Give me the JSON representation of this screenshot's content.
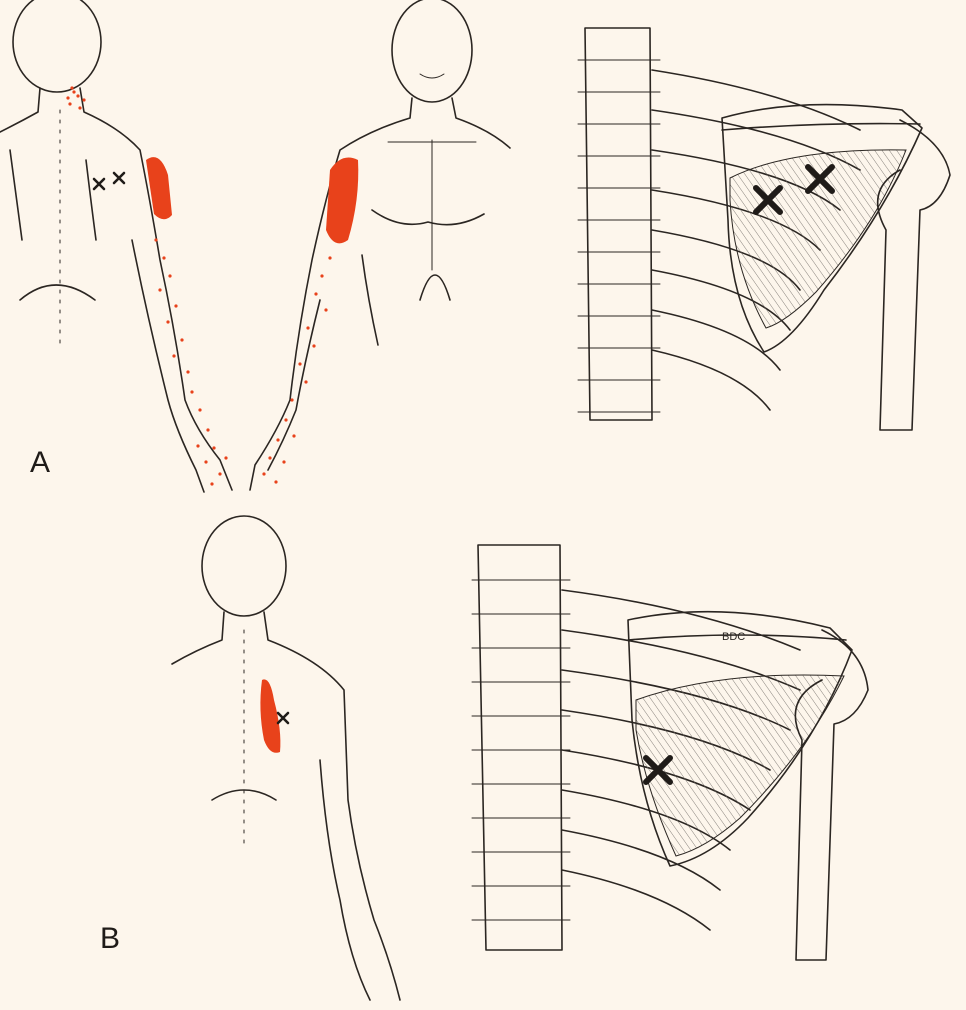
{
  "panels": [
    {
      "label": "A"
    },
    {
      "label": "B"
    }
  ],
  "annotation": "BDC",
  "colors": {
    "referral_pain": "#e8421b",
    "ink": "#2b2622",
    "background": "#fdf6ec"
  }
}
